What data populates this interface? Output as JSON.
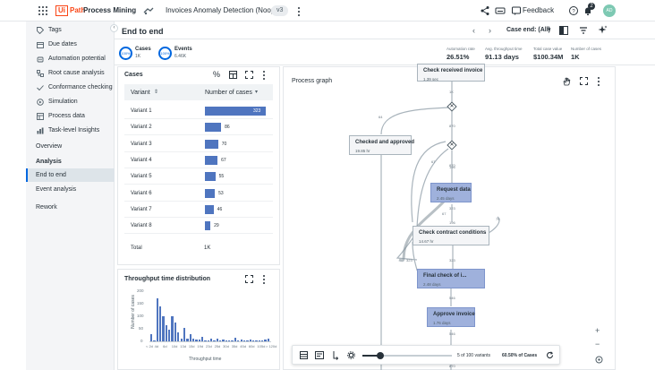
{
  "topbar": {
    "logo_boxed": "Ui",
    "logo_rest": "Path",
    "app_name": "Process Mining",
    "project_name": "Invoices Anomaly Detection (Noopur)",
    "version": "v3",
    "feedback_label": "Feedback",
    "notification_count": "2",
    "avatar_initials": "AD",
    "icons": [
      "apps-grid-icon",
      "app-icon",
      "more-vert-icon",
      "share-icon",
      "keyboard-icon",
      "feedback-icon",
      "help-icon",
      "bell-icon"
    ]
  },
  "sidebar": {
    "items": [
      {
        "label": "Tags",
        "icon": "tag-icon"
      },
      {
        "label": "Due dates",
        "icon": "calendar-icon"
      },
      {
        "label": "Automation potential",
        "icon": "robot-icon"
      },
      {
        "label": "Root cause analysis",
        "icon": "tree-icon"
      },
      {
        "label": "Conformance checking",
        "icon": "check-flow-icon"
      },
      {
        "label": "Simulation",
        "icon": "simulation-icon"
      },
      {
        "label": "Process data",
        "icon": "table-icon"
      },
      {
        "label": "Task-level Insights",
        "icon": "insights-icon"
      }
    ],
    "overview": "Overview",
    "analysis": "Analysis",
    "analysis_items": [
      "End to end",
      "Event analysis"
    ],
    "rework": "Rework",
    "collapse_glyph": "‹"
  },
  "header": {
    "title": "End to end",
    "case_end_label": "Case end: (All)"
  },
  "summary": {
    "cases_ring": "100%",
    "cases_label": "Cases",
    "cases_value": "1K",
    "events_ring": "100%",
    "events_label": "Events",
    "events_value": "6.46K",
    "kpis": [
      {
        "label": "Automation rate",
        "value": "26.51%"
      },
      {
        "label": "Avg. throughput time",
        "value": "91.13 days"
      },
      {
        "label": "Total case value",
        "value": "$100.34M"
      },
      {
        "label": "Number of cases",
        "value": "1K"
      }
    ]
  },
  "cases_panel": {
    "title": "Cases",
    "col_variant": "Variant",
    "col_cases": "Number of cases",
    "rows": [
      {
        "name": "Variant 1",
        "value": "323",
        "n": 323
      },
      {
        "name": "Variant 2",
        "value": "86",
        "n": 86
      },
      {
        "name": "Variant 3",
        "value": "70",
        "n": 70
      },
      {
        "name": "Variant 4",
        "value": "67",
        "n": 67
      },
      {
        "name": "Variant 5",
        "value": "55",
        "n": 55
      },
      {
        "name": "Variant 6",
        "value": "53",
        "n": 53
      },
      {
        "name": "Variant 7",
        "value": "46",
        "n": 46
      },
      {
        "name": "Variant 8",
        "value": "29",
        "n": 29
      }
    ],
    "total_label": "Total",
    "total_value": "1K"
  },
  "chart_data": {
    "type": "bar",
    "title": "Throughput time distribution",
    "xlabel": "Throughput time",
    "ylabel": "Number of cases",
    "ylim": [
      0,
      200
    ],
    "y_ticks": [
      "0",
      "50",
      "100",
      "150",
      "200"
    ],
    "x_ticks": [
      "< 2d",
      "4d",
      "6d",
      "10d",
      "13d",
      "15d",
      "19d",
      "23d",
      "25d",
      "30d",
      "35d",
      "45d",
      "60d",
      "105d",
      "> 120d"
    ],
    "values": [
      30,
      5,
      170,
      140,
      100,
      65,
      45,
      100,
      75,
      35,
      12,
      55,
      10,
      30,
      12,
      8,
      6,
      18,
      5,
      4,
      9,
      3,
      12,
      5,
      8,
      2,
      4,
      3,
      15,
      4,
      6,
      2,
      3,
      8,
      2,
      4,
      3,
      2,
      6,
      12
    ]
  },
  "process_graph": {
    "title": "Process graph",
    "nodes": [
      {
        "label": "Check received invoice",
        "value": "1.39 sec"
      },
      {
        "label": "Checked and approved",
        "value": "19.85 hr"
      },
      {
        "label": "Request data",
        "value": "2.45 days"
      },
      {
        "label": "Check contract conditions",
        "value": "14.67 hr"
      },
      {
        "label": "Final check of i...",
        "value": "2.48 days"
      },
      {
        "label": "Approve invoice",
        "value": "1.76 days"
      }
    ],
    "edge_labels": [
      "1K",
      "64",
      "870",
      "870",
      "67",
      "196",
      "323",
      "323",
      "196",
      "79",
      "323",
      "67",
      "546",
      "546",
      "870"
    ],
    "bottom": {
      "variants_text": "5 of 100 variants",
      "cases_text": "60.50% of Cases",
      "slider_fraction": 0.05
    },
    "zoom_in": "+",
    "zoom_out": "−"
  }
}
